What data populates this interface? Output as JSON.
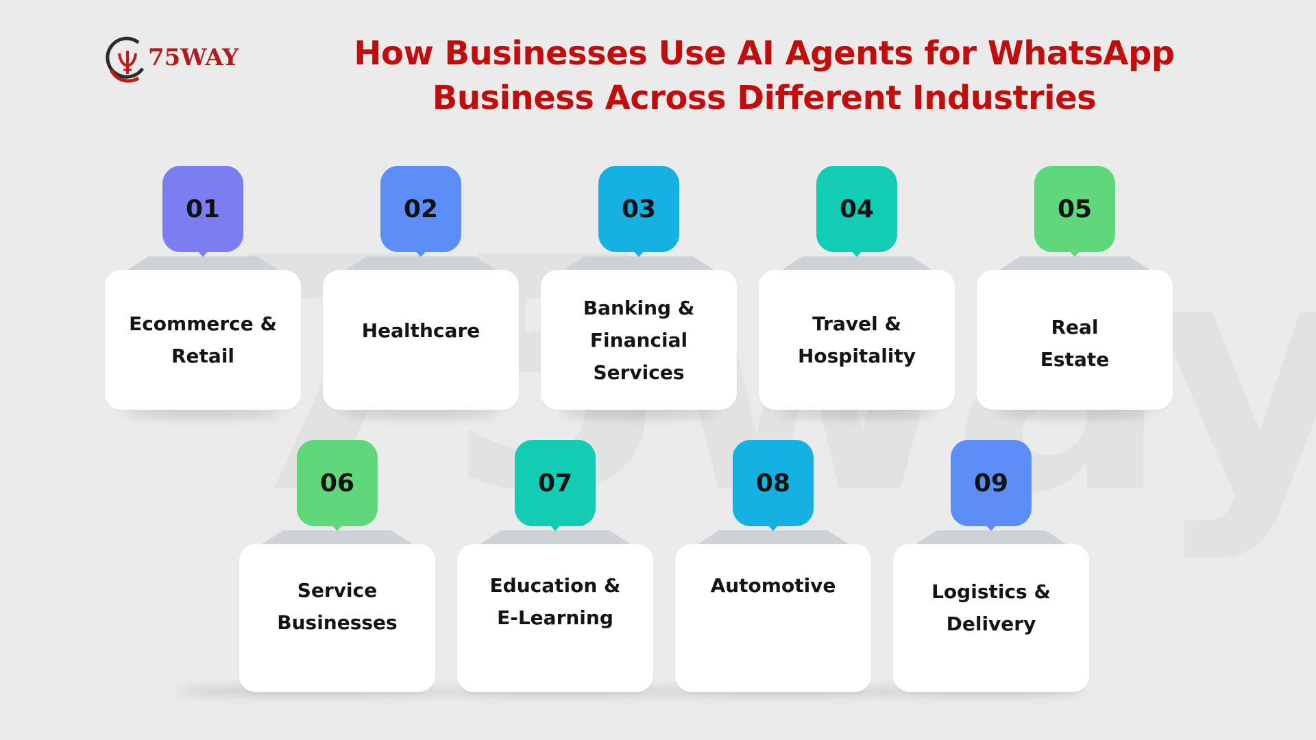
{
  "brand": {
    "logo_text": "75WAY",
    "logo_colors": {
      "red": "#c21818",
      "dark": "#2b2b2b"
    },
    "watermark_text": "75way"
  },
  "title": {
    "line1": "How Businesses Use AI Agents for WhatsApp",
    "line2": "Business Across Different Industries",
    "color": "#c20d0d"
  },
  "industries": [
    {
      "number": "01",
      "label": "Ecommerce &\nRetail",
      "color": "#7b7ef0"
    },
    {
      "number": "02",
      "label": "Healthcare",
      "color": "#5b8ff7"
    },
    {
      "number": "03",
      "label": "Banking &\nFinancial\nServices",
      "color": "#16b1e3"
    },
    {
      "number": "04",
      "label": "Travel &\nHospitality",
      "color": "#12ccb5"
    },
    {
      "number": "05",
      "label": "Real\nEstate",
      "color": "#5fd87c"
    },
    {
      "number": "06",
      "label": "Service\nBusinesses",
      "color": "#5fd87c"
    },
    {
      "number": "07",
      "label": "Education &\nE-Learning",
      "color": "#12ccb5"
    },
    {
      "number": "08",
      "label": "Automotive",
      "color": "#16b1e3"
    },
    {
      "number": "09",
      "label": "Logistics &\nDelivery",
      "color": "#5b8ff7"
    }
  ]
}
